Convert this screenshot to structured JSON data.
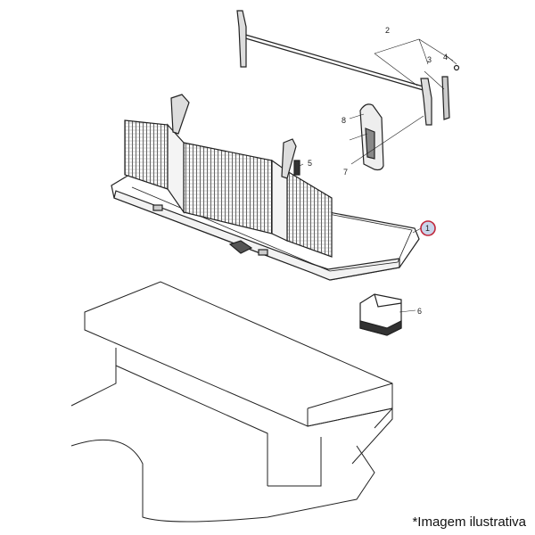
{
  "callouts": [
    "1",
    "2",
    "3",
    "4",
    "5",
    "6",
    "7",
    "8"
  ],
  "highlight_color": "#c0283c",
  "highlight_fill": "#c9d4ea",
  "note": "*Imagem ilustrativa"
}
